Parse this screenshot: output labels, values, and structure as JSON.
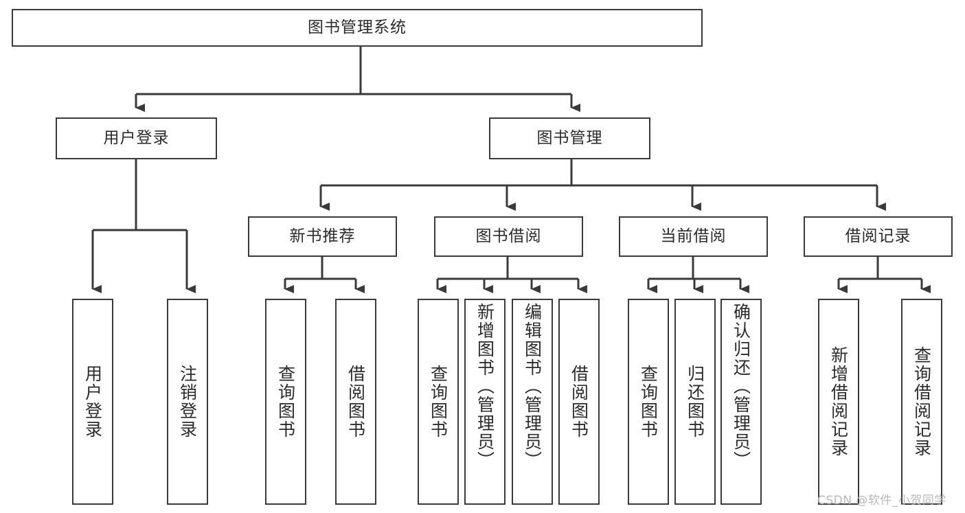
{
  "diagram": {
    "title": "图书管理系统",
    "type": "tree-hierarchy-diagram",
    "colors": {
      "background": "#ffffff",
      "box_border": "#3a3a3a",
      "box_fill": "#ffffff",
      "connector": "#3a3a3a",
      "text": "#2b2b2b",
      "watermark": "#b9b9b9"
    },
    "root": {
      "label": "图书管理系统"
    },
    "level2": [
      {
        "label": "用户登录"
      },
      {
        "label": "图书管理"
      }
    ],
    "level3": [
      {
        "label": "新书推荐"
      },
      {
        "label": "图书借阅"
      },
      {
        "label": "当前借阅"
      },
      {
        "label": "借阅记录"
      }
    ],
    "leaves": {
      "user_login": [
        {
          "label": "用户登录"
        },
        {
          "label": "注销登录"
        }
      ],
      "new_book_recommend": [
        {
          "label": "查询图书"
        },
        {
          "label": "借阅图书"
        }
      ],
      "book_borrow": [
        {
          "label": "查询图书"
        },
        {
          "label": "新增图书（管理员）"
        },
        {
          "label": "编辑图书（管理员）"
        },
        {
          "label": "借阅图书"
        }
      ],
      "current_borrow": [
        {
          "label": "查询图书"
        },
        {
          "label": "归还图书"
        },
        {
          "label": "确认归还（管理员）"
        }
      ],
      "borrow_records": [
        {
          "label": "新增借阅记录"
        },
        {
          "label": "查询借阅记录"
        }
      ]
    }
  },
  "watermark": {
    "text": "CSDN @软件_小贺同学"
  }
}
